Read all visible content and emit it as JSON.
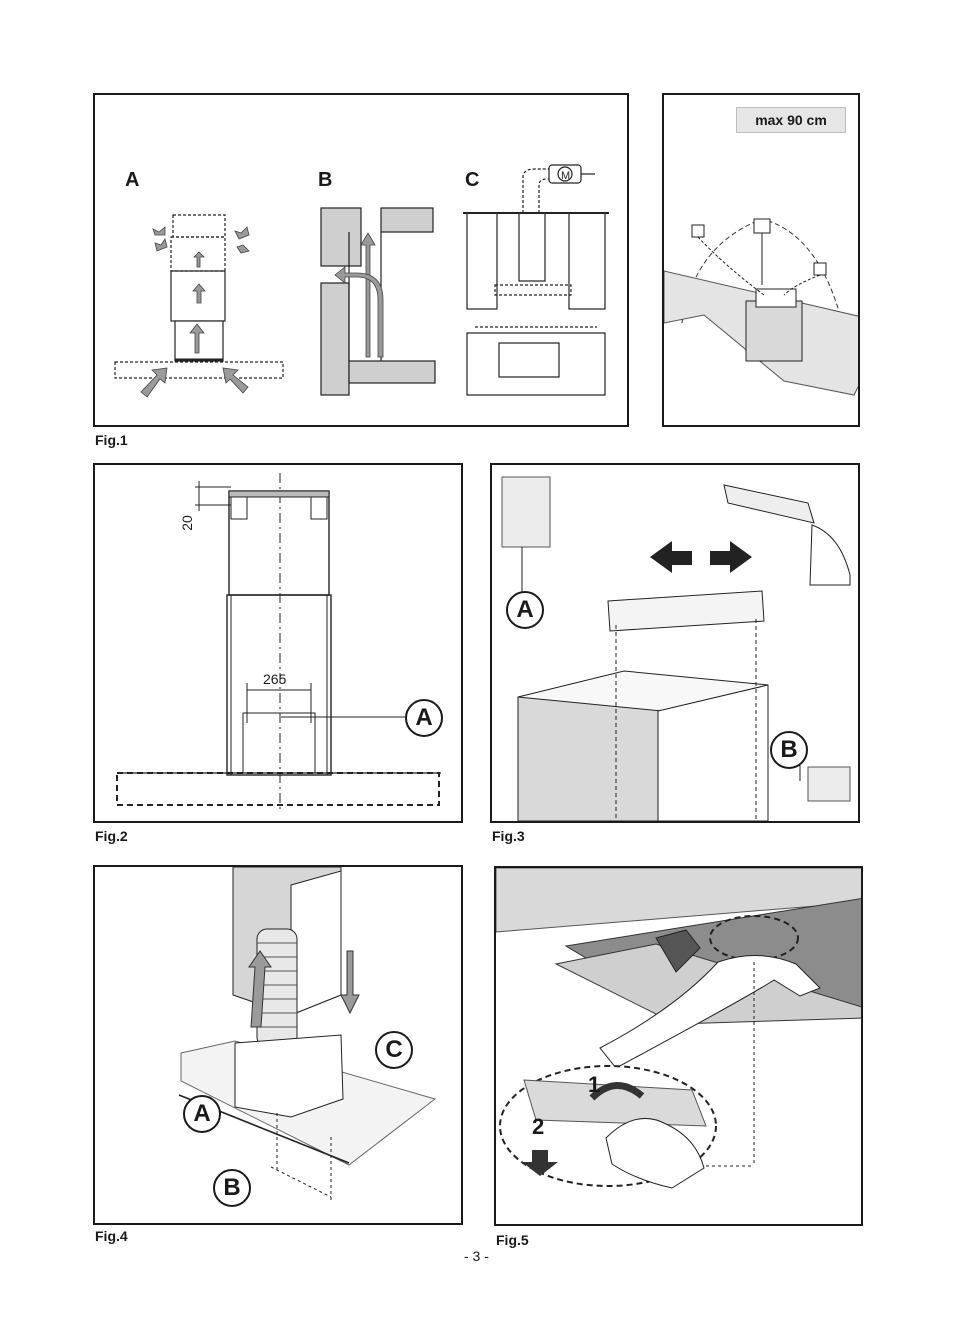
{
  "fig1": {
    "caption": "Fig.1",
    "sub_a": "A",
    "sub_b": "B",
    "sub_c": "C",
    "motor": "M"
  },
  "fig1_side": {
    "max_label": "max 90 cm"
  },
  "fig2": {
    "caption": "Fig.2",
    "dim_top": "20",
    "dim_width": "265",
    "label_a": "A"
  },
  "fig3": {
    "caption": "Fig.3",
    "label_a": "A",
    "label_b": "B"
  },
  "fig4": {
    "caption": "Fig.4",
    "label_a": "A",
    "label_b": "B",
    "label_c": "C"
  },
  "fig5": {
    "caption": "Fig.5",
    "step_1": "1",
    "step_2": "2"
  },
  "page_number": "- 3 -"
}
